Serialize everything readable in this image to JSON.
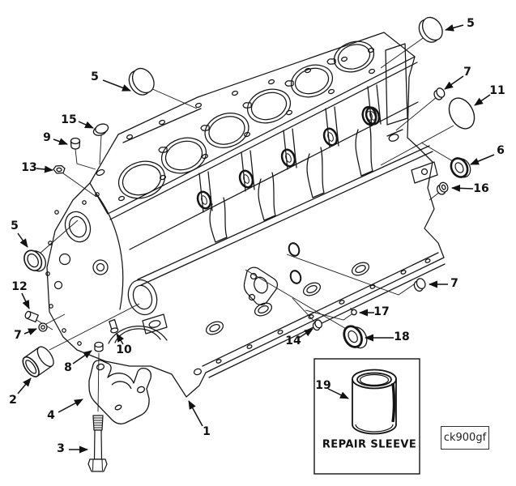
{
  "figure": {
    "image_code": "ck900gf",
    "inset": {
      "caption": "REPAIR SLEEVE"
    },
    "callouts": {
      "c1": "1",
      "c2": "2",
      "c3": "3",
      "c4": "4",
      "c5a": "5",
      "c5b": "5",
      "c5c": "5",
      "c6": "6",
      "c7a": "7",
      "c7b": "7",
      "c7c": "7",
      "c8": "8",
      "c9": "9",
      "c10": "10",
      "c11": "11",
      "c12": "12",
      "c13": "13",
      "c14": "14",
      "c15": "15",
      "c16": "16",
      "c17": "17",
      "c18": "18",
      "c19": "19"
    }
  }
}
